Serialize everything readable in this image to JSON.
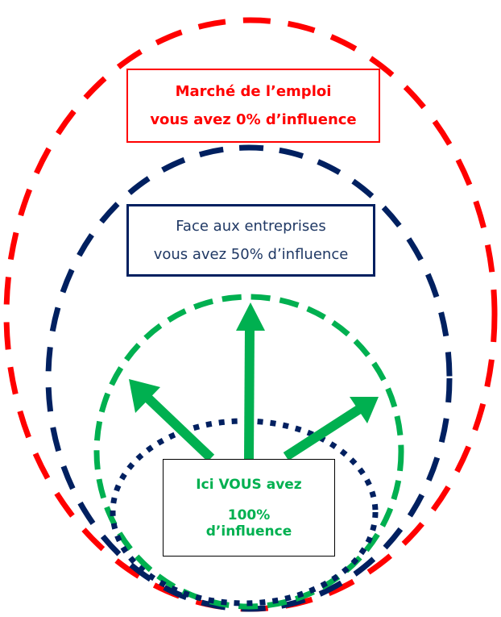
{
  "colors": {
    "outer": "#ff0000",
    "middle": "#002060",
    "inner": "#00b050",
    "core": "#002060"
  },
  "outer_box": {
    "line1": "Marché de l’emploi",
    "line2": "vous avez 0% d’influence"
  },
  "middle_box": {
    "line1": "Face aux entreprises",
    "line2": "vous avez 50% d’influence"
  },
  "inner_box": {
    "line1": "Ici VOUS avez",
    "line2": "100%",
    "line3": "d’influence"
  }
}
